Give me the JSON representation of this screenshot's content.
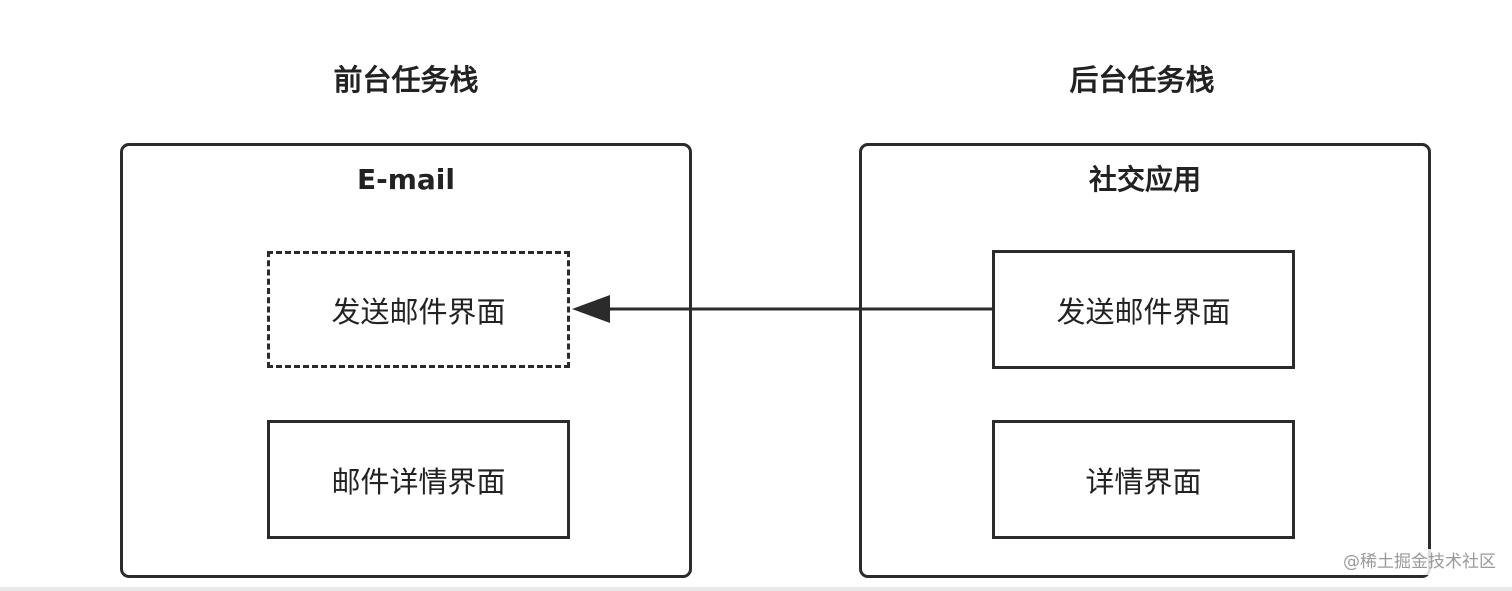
{
  "foreground": {
    "heading": "前台任务栈",
    "app_title": "E-mail",
    "screens": [
      {
        "label": "发送邮件界面",
        "style": "dashed"
      },
      {
        "label": "邮件详情界面",
        "style": "solid"
      }
    ]
  },
  "background": {
    "heading": "后台任务栈",
    "app_title": "社交应用",
    "screens": [
      {
        "label": "发送邮件界面",
        "style": "solid"
      },
      {
        "label": "详情界面",
        "style": "solid"
      }
    ]
  },
  "watermark": "@稀土掘金技术社区",
  "colors": {
    "stroke": "#2b2b2b",
    "text": "#222222",
    "watermark": "#9a9a9a",
    "background": "#ffffff"
  }
}
